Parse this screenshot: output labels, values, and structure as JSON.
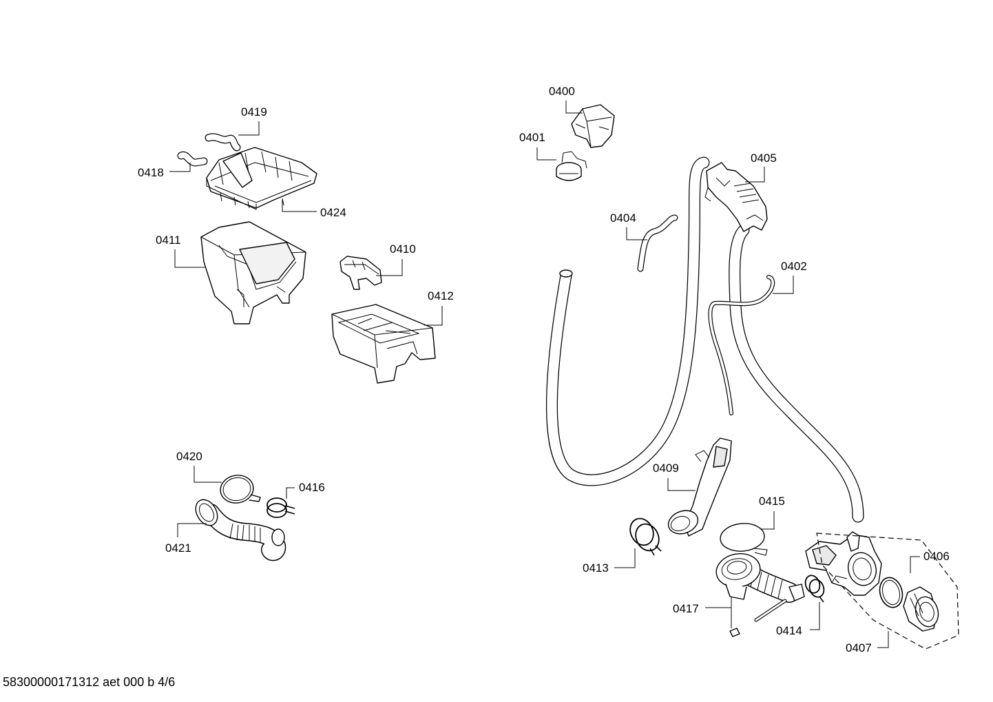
{
  "part_labels": {
    "p0400": "0400",
    "p0401": "0401",
    "p0402": "0402",
    "p0404": "0404",
    "p0405": "0405",
    "p0406": "0406",
    "p0407": "0407",
    "p0409": "0409",
    "p0410": "0410",
    "p0411": "0411",
    "p0412": "0412",
    "p0413": "0413",
    "p0414": "0414",
    "p0415": "0415",
    "p0416": "0416",
    "p0417": "0417",
    "p0418": "0418",
    "p0419": "0419",
    "p0420": "0420",
    "p0421": "0421",
    "p0424": "0424"
  },
  "footer": {
    "document_code": "58300000171312 aet 000 b 4/6"
  }
}
